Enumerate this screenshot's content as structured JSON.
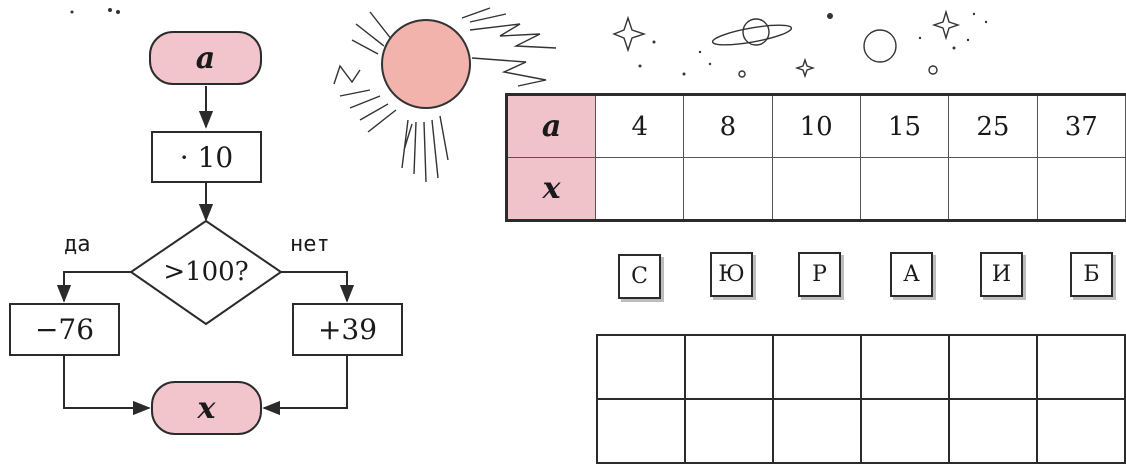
{
  "flowchart": {
    "start_label": "a",
    "multiply_op": "· 10",
    "condition": ">100?",
    "yes_label": "да",
    "no_label": "нет",
    "yes_op": "−76",
    "no_op": "+39",
    "end_label": "x"
  },
  "value_table": {
    "row_a_label": "a",
    "row_x_label": "x",
    "a_values": [
      "4",
      "8",
      "10",
      "15",
      "25",
      "37"
    ],
    "x_values": [
      "",
      "",
      "",
      "",
      "",
      ""
    ]
  },
  "letter_cards": [
    "С",
    "Ю",
    "Р",
    "А",
    "И",
    "Б"
  ],
  "answer_grid": {
    "rows": [
      [
        "",
        "",
        "",
        "",
        "",
        ""
      ],
      [
        "",
        "",
        "",
        "",
        "",
        ""
      ]
    ]
  },
  "colors": {
    "pink_fill": "#f2c5cc",
    "sun_fill": "#f3b3ad",
    "line": "#2b2b2b"
  }
}
